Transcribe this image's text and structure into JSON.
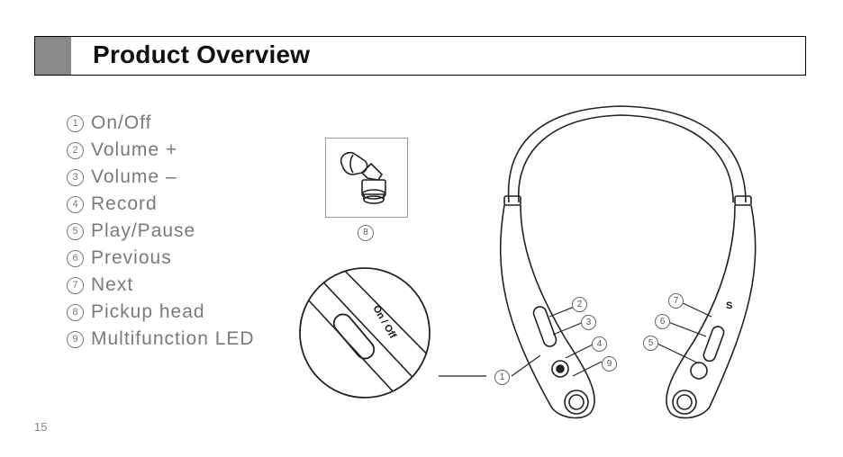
{
  "header": {
    "title": "Product Overview"
  },
  "parts": [
    {
      "num": "1",
      "label": "On/Off"
    },
    {
      "num": "2",
      "label": "Volume +"
    },
    {
      "num": "3",
      "label": "Volume –"
    },
    {
      "num": "4",
      "label": "Record"
    },
    {
      "num": "5",
      "label": "Play/Pause"
    },
    {
      "num": "6",
      "label": "Previous"
    },
    {
      "num": "7",
      "label": "Next"
    },
    {
      "num": "8",
      "label": "Pickup head"
    },
    {
      "num": "9",
      "label": "Multifunction LED"
    }
  ],
  "zoom": {
    "switch_label": "On / Off"
  },
  "callouts": {
    "c1": "1",
    "c2": "2",
    "c3": "3",
    "c4": "4",
    "c5": "5",
    "c6": "6",
    "c7": "7",
    "c8": "8",
    "c9": "9"
  },
  "page_number": "15"
}
